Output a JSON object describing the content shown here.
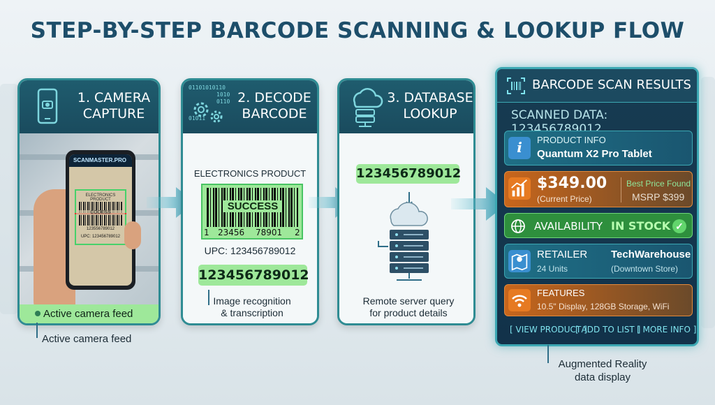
{
  "title": "STEP-BY-STEP BARCODE SCANNING & LOOKUP FLOW",
  "steps": [
    {
      "title_line1": "1. CAMERA",
      "title_line2": "CAPTURE",
      "caption": "Active camera feed",
      "below_caption": "Active camera feed",
      "phone_app_name": "SCANMASTER.PRO",
      "phone_label_top": "ELECTRONICS PRODUCT",
      "phone_label_mid": "CODESS",
      "phone_barcode_digits": "123556789012",
      "phone_label_upc": "UPC: 123456789012"
    },
    {
      "title_line1": "2. DECODE",
      "title_line2": "BARCODE",
      "icon_binary": [
        "01101010110",
        "1010",
        "0110",
        "01011"
      ],
      "product_label": "ELECTRONICS PRODUCT",
      "success_label": "SUCCESS",
      "barcode_digits": [
        "1",
        "23456",
        "78901",
        "2"
      ],
      "upc_text": "UPC: 123456789012",
      "decoded_number": "123456789012",
      "caption_line1": "Image recognition",
      "caption_line2": "& transcription"
    },
    {
      "title_line1": "3. DATABASE",
      "title_line2": "LOOKUP",
      "query_number": "123456789012",
      "caption_line1": "Remote server query",
      "caption_line2": "for product details"
    }
  ],
  "results": {
    "title": "BARCODE SCAN RESULTS",
    "scanned_data": "SCANNED DATA: 123456789012",
    "product_info_label": "PRODUCT INFO",
    "product_name": "Quantum X2 Pro Tablet",
    "price": "$349.00",
    "price_note": "(Current Price)",
    "best_price_label": "Best Price Found",
    "msrp": "MSRP $399",
    "availability_label": "AVAILABILITY",
    "availability_value": "IN STOCK",
    "retailer_label": "RETAILER",
    "retailer_units": "24 Units",
    "retailer_name": "TechWarehouse",
    "retailer_store": "(Downtown Store)",
    "features_label": "FEATURES",
    "features_value": "10.5\" Display,  128GB Storage,  WiFi",
    "links": [
      "VIEW PRODUCT",
      "ADD TO LIST",
      "MORE INFO"
    ],
    "ar_caption_line1": "Augmented Reality",
    "ar_caption_line2": "data display"
  },
  "colors": {
    "teal_border": "#2f8c93",
    "header_dark": "#1a4b5e",
    "green_highlight": "#9ee89a",
    "orange_row": "#c8661c",
    "teal_row": "#1f6f86",
    "green_row": "#2e8f3d"
  }
}
